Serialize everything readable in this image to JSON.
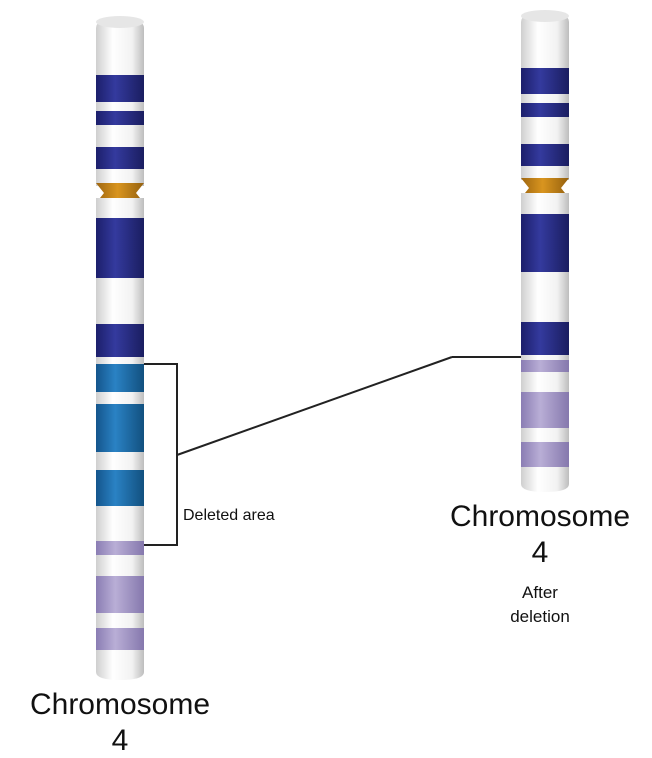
{
  "labels": {
    "original_title": "Chromosome",
    "original_number": "4",
    "deleted_area": "Deleted area",
    "after_title": "Chromosome",
    "after_number": "4",
    "after_line1": "After",
    "after_line2": "deletion"
  },
  "colors": {
    "dark_band": "#2b2f8c",
    "deleted_band": "#1f6fb0",
    "centromere": "#c98a1a",
    "light_purple_band": "#a497c6",
    "chromosome_body": "#f4f4f4",
    "line": "#222222"
  },
  "chromosomes": [
    {
      "id": "original",
      "bands": [
        "dark",
        "dark",
        "dark",
        "centromere",
        "dark",
        "dark",
        "deleted",
        "deleted",
        "deleted",
        "light-purple",
        "light-purple",
        "light-purple"
      ]
    },
    {
      "id": "after-deletion",
      "bands": [
        "dark",
        "dark",
        "dark",
        "centromere",
        "dark",
        "dark",
        "light-purple",
        "light-purple",
        "light-purple"
      ]
    }
  ]
}
